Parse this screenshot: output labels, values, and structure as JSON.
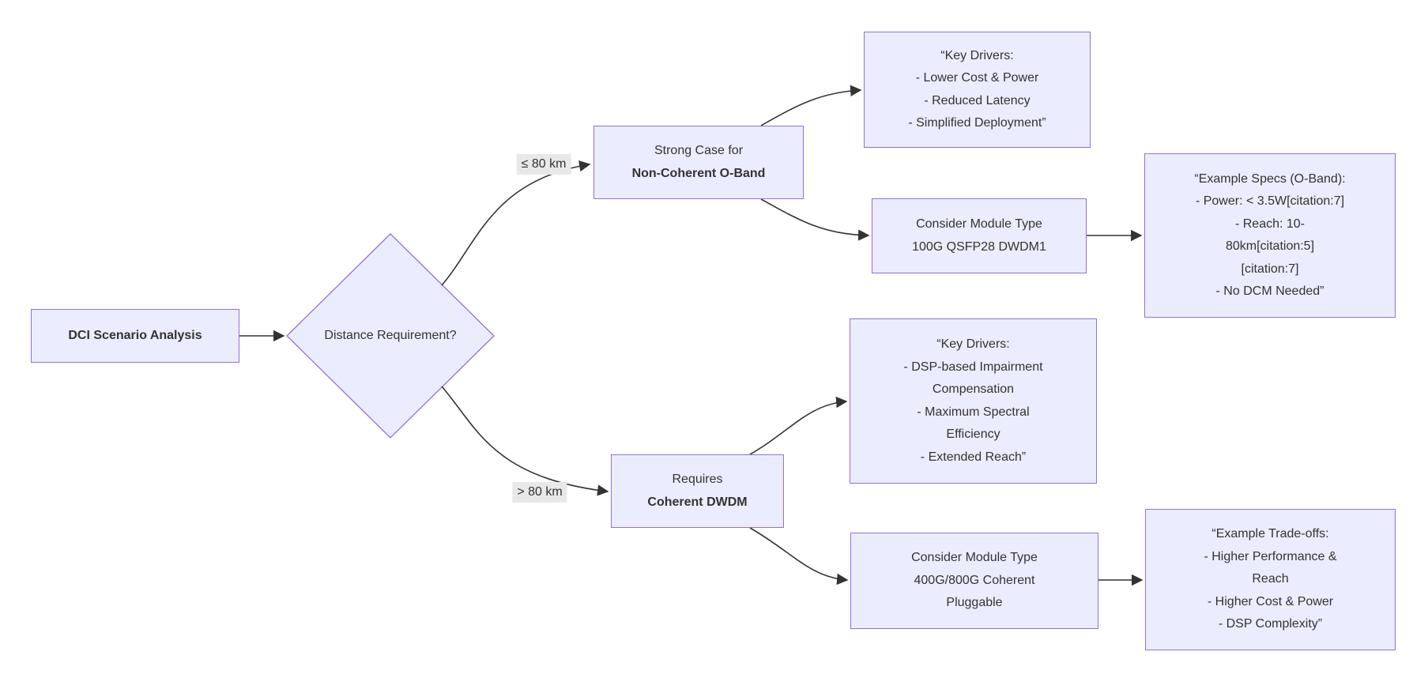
{
  "diagram": {
    "type": "flowchart",
    "colors": {
      "node_fill": "#ECECFF",
      "node_border": "#9370DB",
      "edge_line": "#333333",
      "edge_label_bg": "#e8e8e8",
      "text": "#333333",
      "background": "#ffffff"
    },
    "nodes": {
      "start": {
        "label": "DCI Scenario Analysis"
      },
      "decision": {
        "label": "Distance Requirement?"
      },
      "noncoherent": {
        "line1": "Strong Case for",
        "line2": "Non-Coherent O-Band"
      },
      "key_drivers_oband": {
        "lines": [
          "“Key Drivers:",
          "- Lower Cost & Power",
          "- Reduced Latency",
          "- Simplified Deployment”"
        ]
      },
      "module_100g": {
        "lines": [
          "Consider Module Type",
          "100G QSFP28 DWDM1"
        ]
      },
      "specs_oband": {
        "lines": [
          "“Example Specs (O-Band):",
          "- Power: < 3.5W[citation:7]",
          "- Reach: 10-",
          "80km[citation:5]",
          "[citation:7]",
          "- No DCM Needed”"
        ]
      },
      "coherent": {
        "line1": "Requires",
        "line2": "Coherent DWDM"
      },
      "key_drivers_coherent": {
        "lines": [
          "“Key Drivers:",
          "- DSP-based Impairment",
          "Compensation",
          "- Maximum Spectral",
          "Efficiency",
          "- Extended Reach”"
        ]
      },
      "module_400g": {
        "lines": [
          "Consider Module Type",
          "400G/800G Coherent",
          "Pluggable"
        ]
      },
      "tradeoffs": {
        "lines": [
          "“Example Trade-offs:",
          "- Higher Performance &",
          "Reach",
          "- Higher Cost & Power",
          "- DSP Complexity”"
        ]
      }
    },
    "edge_labels": {
      "le80": "≤ 80 km",
      "gt80": "> 80 km"
    }
  }
}
